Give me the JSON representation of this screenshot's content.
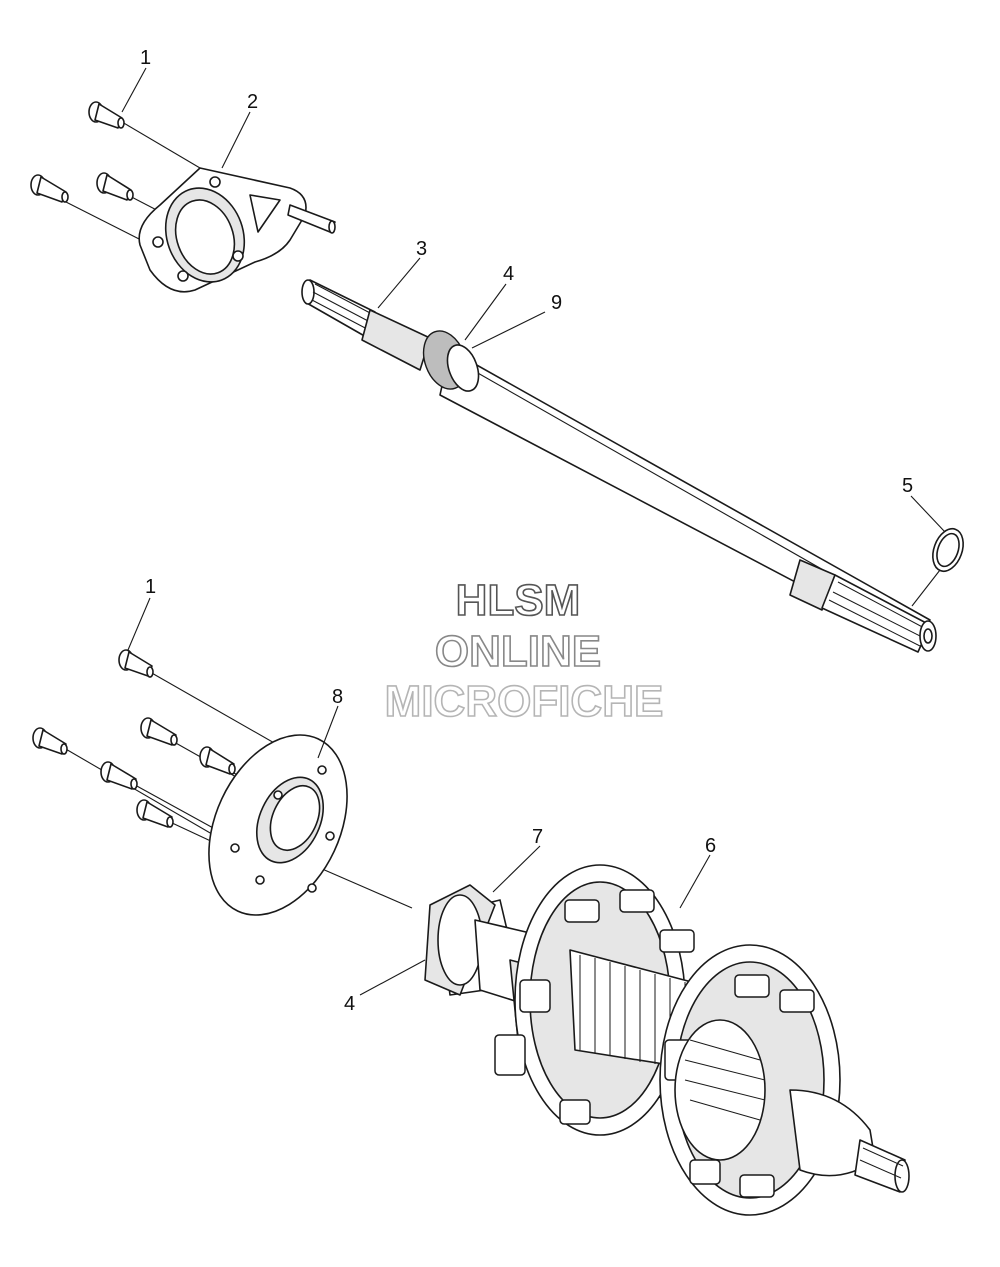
{
  "watermark": {
    "line1": "HLSM",
    "line2": "ONLINE",
    "line3": "MICROFICHE",
    "colors": [
      "#555555",
      "#888888",
      "#b5b5b5"
    ]
  },
  "callouts": [
    {
      "id": "c1-top",
      "label": "1"
    },
    {
      "id": "c2",
      "label": "2"
    },
    {
      "id": "c3",
      "label": "3"
    },
    {
      "id": "c4-top",
      "label": "4"
    },
    {
      "id": "c9",
      "label": "9"
    },
    {
      "id": "c5",
      "label": "5"
    },
    {
      "id": "c1-bottom",
      "label": "1"
    },
    {
      "id": "c8",
      "label": "8"
    },
    {
      "id": "c7",
      "label": "7"
    },
    {
      "id": "c6",
      "label": "6"
    },
    {
      "id": "c4-bottom",
      "label": "4"
    }
  ]
}
